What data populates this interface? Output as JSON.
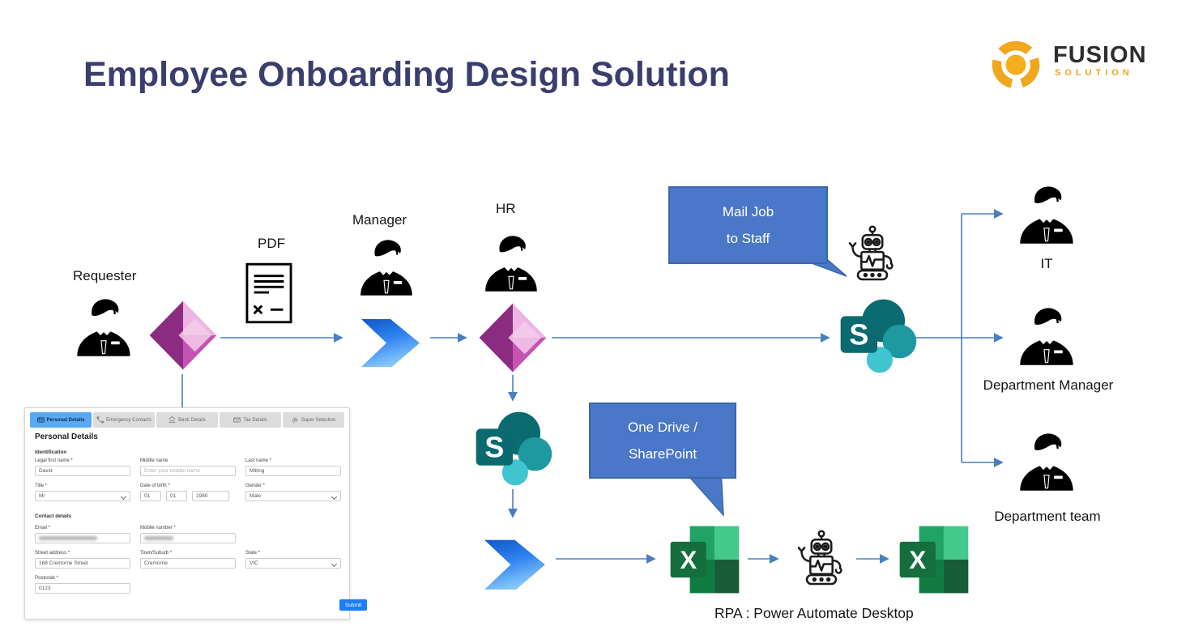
{
  "title": "Employee Onboarding Design Solution",
  "logo": {
    "name": "FUSION",
    "subname": "SOLUTION"
  },
  "colors": {
    "title_navy": "#3a3e6d",
    "connector_blue": "#4a7ec0",
    "bubble_fill": "#4a77c8",
    "bubble_border": "#3a67ab",
    "logo_orange": "#f2a51e",
    "active_tab_blue": "#58aaf2",
    "submit_blue": "#1e7ef7"
  },
  "diagram": {
    "labels": {
      "requester": "Requester",
      "pdf": "PDF",
      "manager": "Manager",
      "hr": "HR",
      "it": "IT",
      "department_manager": "Department Manager",
      "department_team": "Department team",
      "rpa": "RPA : Power Automate Desktop"
    },
    "bubbles": {
      "mail_job": {
        "line1": "Mail Job",
        "line2": "to Staff"
      },
      "one_drive": {
        "line1": "One Drive /",
        "line2": "SharePoint"
      }
    }
  },
  "form": {
    "tabs": [
      {
        "label": "Personal Details",
        "active": true
      },
      {
        "label": "Emergency Contacts",
        "active": false
      },
      {
        "label": "Bank Details",
        "active": false
      },
      {
        "label": "Tax Details",
        "active": false
      },
      {
        "label": "Super Selection",
        "active": false
      }
    ],
    "heading": "Personal Details",
    "sections": {
      "identification": "Identification",
      "contact": "Contact details"
    },
    "fields": {
      "legal_first_name": {
        "label": "Legal first name *",
        "value": "David"
      },
      "middle_name": {
        "label": "Middle name",
        "placeholder": "Enter your middle name"
      },
      "last_name": {
        "label": "Last name *",
        "value": "Milling"
      },
      "title": {
        "label": "Title *",
        "value": "Mr"
      },
      "dob": {
        "label": "Date of birth *",
        "day": "01",
        "month": "01",
        "year": "1980"
      },
      "gender": {
        "label": "Gender *",
        "value": "Male"
      },
      "email": {
        "label": "Email *"
      },
      "mobile": {
        "label": "Mobile number *"
      },
      "street": {
        "label": "Street address *",
        "value": "168 Cremorne Street"
      },
      "town": {
        "label": "Town/Suburb *",
        "value": "Cremorne"
      },
      "state": {
        "label": "State *",
        "value": "VIC"
      },
      "postcode": {
        "label": "Postcode *",
        "value": "0123"
      }
    },
    "submit_label": "Submit"
  }
}
